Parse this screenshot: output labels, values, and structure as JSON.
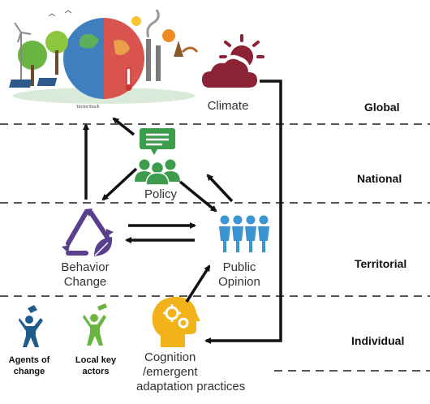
{
  "levels": {
    "global": "Global",
    "national": "National",
    "territorial": "Territorial",
    "individual": "Individual"
  },
  "nodes": {
    "climate": "Climate",
    "policy": "Policy",
    "behavior_change_line1": "Behavior",
    "behavior_change_line2": "Change",
    "public_opinion_line1": "Public",
    "public_opinion_line2": "Opinion",
    "cognition_line1": "Cognition",
    "cognition_line2": "/emergent",
    "cognition_line3": "adaptation practices",
    "agents_line1": "Agents of",
    "agents_line2": "change",
    "local_actors_line1": "Local key",
    "local_actors_line2": "actors",
    "scene_caption": "VectorStock"
  },
  "colors": {
    "arrow": "#111111",
    "divider": "#555555",
    "policy_green": "#3d9b4c",
    "recycle_purple": "#5b3f8f",
    "opinion_blue": "#3b95cf",
    "cognition_yellow": "#f2b21a",
    "climate_maroon": "#8b2235",
    "agent_blue": "#1f5b8e",
    "local_green": "#6ab541"
  }
}
